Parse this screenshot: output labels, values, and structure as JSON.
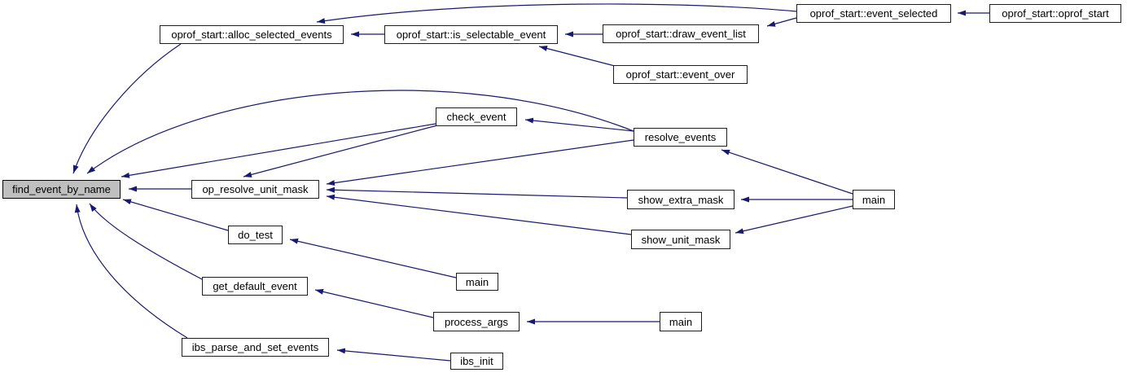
{
  "colors": {
    "background": "#ffffff",
    "edge": "#191970",
    "node_fill": "#ffffff",
    "node_border": "#1f1f1f",
    "highlight_fill": "#bfbfbf",
    "text": "#000000"
  },
  "nodes": [
    {
      "id": "find_event_by_name",
      "label": "find_event_by_name",
      "highlighted": true
    },
    {
      "id": "op_resolve_unit_mask",
      "label": "op_resolve_unit_mask",
      "highlighted": false
    },
    {
      "id": "check_event",
      "label": "check_event",
      "highlighted": false
    },
    {
      "id": "resolve_events",
      "label": "resolve_events",
      "highlighted": false
    },
    {
      "id": "alloc_selected_events",
      "label": "oprof_start::alloc_selected_events",
      "highlighted": false
    },
    {
      "id": "is_selectable_event",
      "label": "oprof_start::is_selectable_event",
      "highlighted": false
    },
    {
      "id": "draw_event_list",
      "label": "oprof_start::draw_event_list",
      "highlighted": false
    },
    {
      "id": "event_over",
      "label": "oprof_start::event_over",
      "highlighted": false
    },
    {
      "id": "event_selected",
      "label": "oprof_start::event_selected",
      "highlighted": false
    },
    {
      "id": "oprof_start",
      "label": "oprof_start::oprof_start",
      "highlighted": false
    },
    {
      "id": "show_extra_mask",
      "label": "show_extra_mask",
      "highlighted": false
    },
    {
      "id": "main_1",
      "label": "main",
      "highlighted": false
    },
    {
      "id": "show_unit_mask",
      "label": "show_unit_mask",
      "highlighted": false
    },
    {
      "id": "do_test",
      "label": "do_test",
      "highlighted": false
    },
    {
      "id": "main_2",
      "label": "main",
      "highlighted": false
    },
    {
      "id": "get_default_event",
      "label": "get_default_event",
      "highlighted": false
    },
    {
      "id": "process_args",
      "label": "process_args",
      "highlighted": false
    },
    {
      "id": "main_3",
      "label": "main",
      "highlighted": false
    },
    {
      "id": "ibs_parse_and_set_events",
      "label": "ibs_parse_and_set_events",
      "highlighted": false
    },
    {
      "id": "ibs_init",
      "label": "ibs_init",
      "highlighted": false
    }
  ],
  "edges": [
    {
      "from": "oprof_start",
      "to": "event_selected"
    },
    {
      "from": "event_selected",
      "to": "alloc_selected_events"
    },
    {
      "from": "event_selected",
      "to": "draw_event_list"
    },
    {
      "from": "is_selectable_event",
      "to": "alloc_selected_events"
    },
    {
      "from": "draw_event_list",
      "to": "is_selectable_event"
    },
    {
      "from": "event_over",
      "to": "is_selectable_event"
    },
    {
      "from": "alloc_selected_events",
      "to": "find_event_by_name"
    },
    {
      "from": "resolve_events",
      "to": "find_event_by_name"
    },
    {
      "from": "check_event",
      "to": "find_event_by_name"
    },
    {
      "from": "resolve_events",
      "to": "check_event"
    },
    {
      "from": "check_event",
      "to": "op_resolve_unit_mask"
    },
    {
      "from": "resolve_events",
      "to": "op_resolve_unit_mask"
    },
    {
      "from": "show_extra_mask",
      "to": "op_resolve_unit_mask"
    },
    {
      "from": "show_unit_mask",
      "to": "op_resolve_unit_mask"
    },
    {
      "from": "op_resolve_unit_mask",
      "to": "find_event_by_name"
    },
    {
      "from": "main_1",
      "to": "resolve_events"
    },
    {
      "from": "main_1",
      "to": "show_extra_mask"
    },
    {
      "from": "main_1",
      "to": "show_unit_mask"
    },
    {
      "from": "do_test",
      "to": "find_event_by_name"
    },
    {
      "from": "main_2",
      "to": "do_test"
    },
    {
      "from": "get_default_event",
      "to": "find_event_by_name"
    },
    {
      "from": "process_args",
      "to": "get_default_event"
    },
    {
      "from": "main_3",
      "to": "process_args"
    },
    {
      "from": "ibs_parse_and_set_events",
      "to": "find_event_by_name"
    },
    {
      "from": "ibs_init",
      "to": "ibs_parse_and_set_events"
    }
  ]
}
